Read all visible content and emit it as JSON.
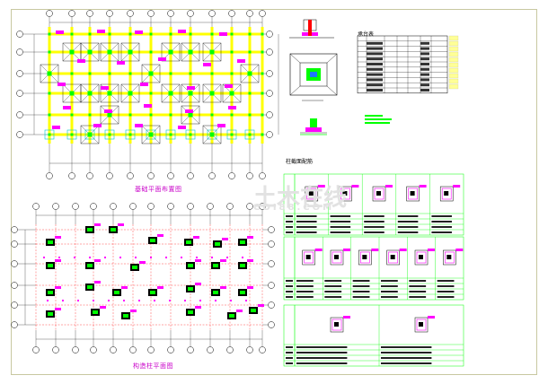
{
  "drawing": {
    "plan_top_title": "基础平面布置图",
    "plan_bottom_title": "构造柱平面图",
    "detail_table_title": "柱表",
    "pile_table_title": "承台表",
    "column_section_title": "柱截面配筋",
    "watermark_main": "土木在线",
    "watermark_sub": "COI88.COM"
  },
  "colors": {
    "grid_axis": "#ff0000",
    "wall": "#ffff00",
    "column": "#00ff00",
    "rebar": "#ff00ff",
    "hatch": "#00c8c8",
    "line": "#000000",
    "frame": "#c8c8a0"
  }
}
